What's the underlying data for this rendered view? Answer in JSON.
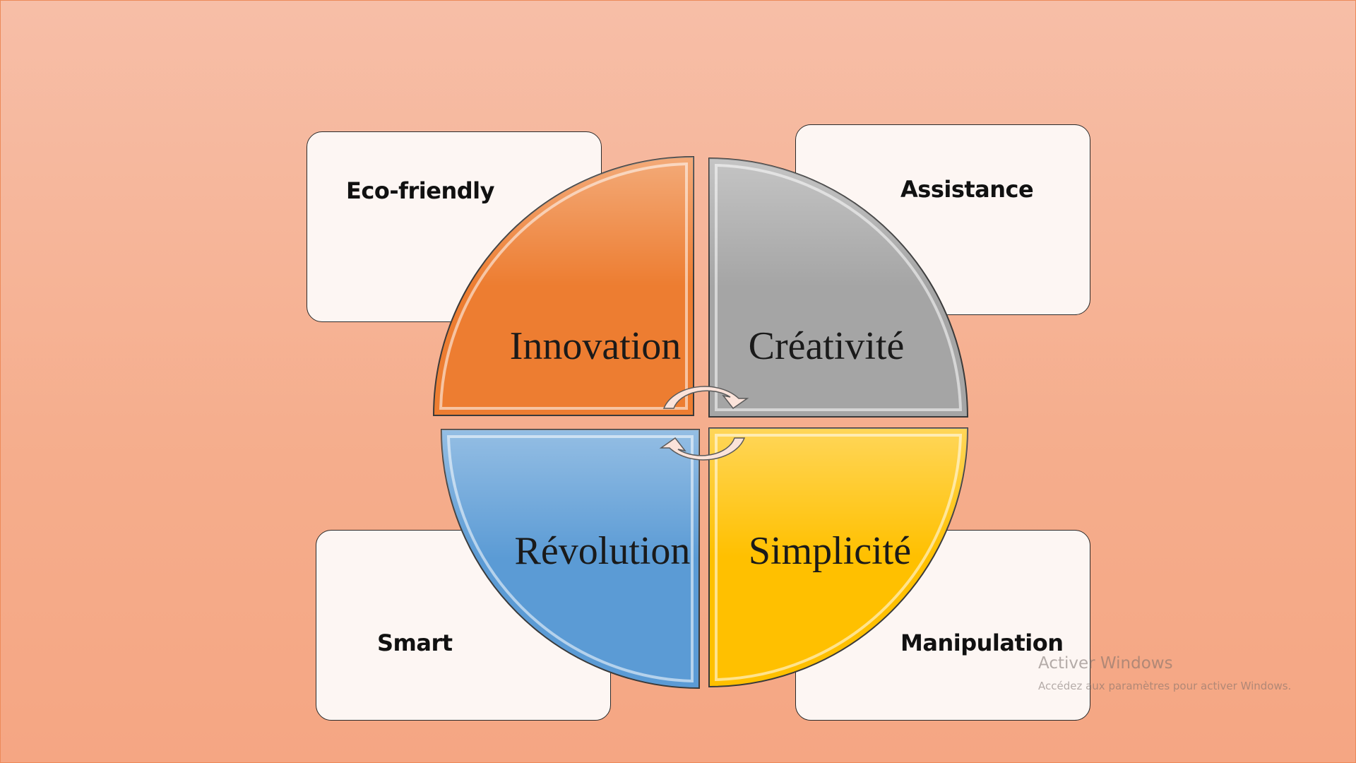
{
  "cards": {
    "top_left": "Eco-friendly",
    "top_right": "Assistance",
    "bottom_left": "Smart",
    "bottom_right": "Manipulation"
  },
  "quadrants": {
    "top_left": {
      "label": "Innovation",
      "color": "#ed7d31"
    },
    "top_right": {
      "label": "Créativité",
      "color": "#a5a5a5"
    },
    "bottom_left": {
      "label": "Révolution",
      "color": "#5b9bd5"
    },
    "bottom_right": {
      "label": "Simplicité",
      "color": "#ffc000"
    }
  },
  "cycle_arrows": {
    "icon": "circular-arrows-icon",
    "color": "#fbe3da"
  },
  "watermark": {
    "title": "Activer Windows",
    "subtitle": "Accédez aux paramètres pour activer Windows."
  }
}
